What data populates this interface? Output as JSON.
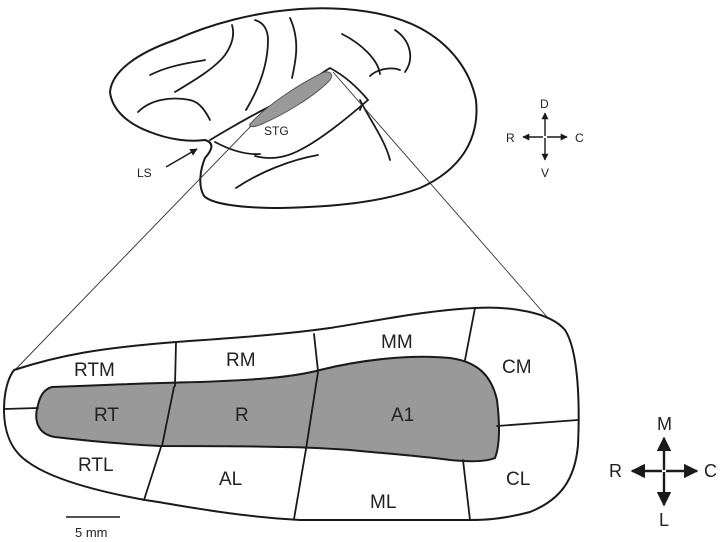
{
  "brain": {
    "stg_label": "STG",
    "ls_label": "LS"
  },
  "compass_small": {
    "up": "D",
    "down": "V",
    "left": "R",
    "right": "C"
  },
  "fields": {
    "rtm": "RTM",
    "rm": "RM",
    "mm": "MM",
    "cm": "CM",
    "rt": "RT",
    "r": "R",
    "a1": "A1",
    "rtl": "RTL",
    "al": "AL",
    "ml": "ML",
    "cl": "CL"
  },
  "compass_large": {
    "up": "M",
    "down": "L",
    "left": "R",
    "right": "C"
  },
  "scale_bar": {
    "label": "5 mm"
  },
  "colors": {
    "core_fill": "#999999",
    "stroke": "#1a1a1a"
  }
}
